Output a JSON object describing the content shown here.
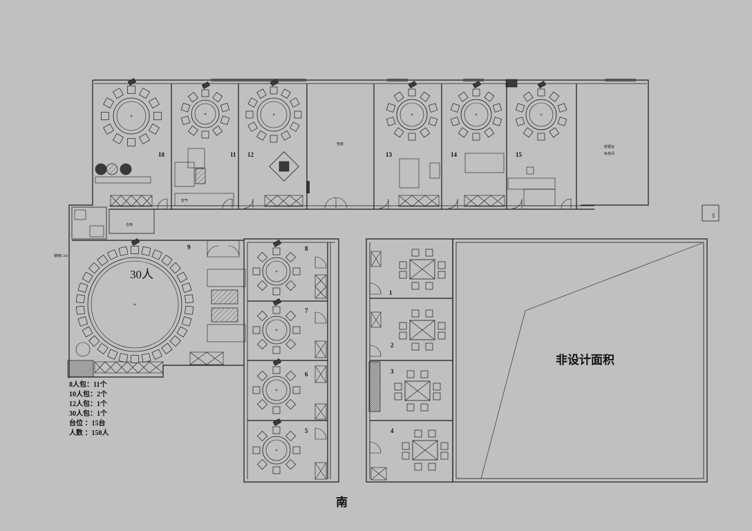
{
  "rooms": {
    "r1": "1",
    "r2": "2",
    "r3": "3",
    "r4": "4",
    "r5": "5",
    "r6": "6",
    "r7": "7",
    "r8": "8",
    "r9": "9",
    "r10": "10",
    "r11": "11",
    "r12": "12",
    "r13": "13",
    "r14": "14",
    "r15": "15"
  },
  "labels": {
    "thirty_people": "30人",
    "non_design_area": "非设计面积",
    "south": "南"
  },
  "summary": [
    "8人包：11个",
    "10人包：2个",
    "12人包：1个",
    "30人包：1个",
    "台位  ：15台",
    "人数  ：150人"
  ],
  "colors": {
    "background": "#c0c0c0",
    "line": "#1a1a1a"
  }
}
